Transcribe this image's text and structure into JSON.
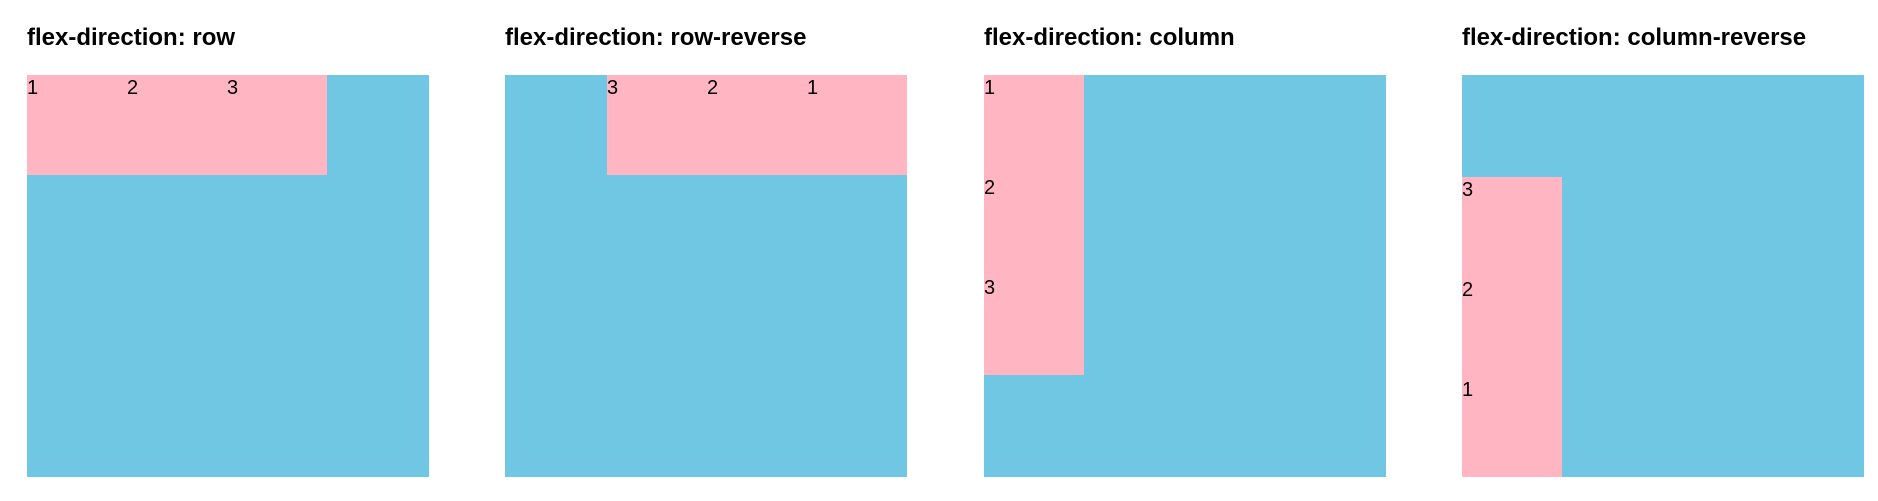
{
  "demos": [
    {
      "title": "flex-direction: row",
      "items": [
        "1",
        "2",
        "3"
      ]
    },
    {
      "title": "flex-direction: row-reverse",
      "items": [
        "1",
        "2",
        "3"
      ]
    },
    {
      "title": "flex-direction: column",
      "items": [
        "1",
        "2",
        "3"
      ]
    },
    {
      "title": "flex-direction: column-reverse",
      "items": [
        "1",
        "2",
        "3"
      ]
    }
  ],
  "colors": {
    "container": "#70c7e4",
    "item": "#ffb6c2"
  }
}
